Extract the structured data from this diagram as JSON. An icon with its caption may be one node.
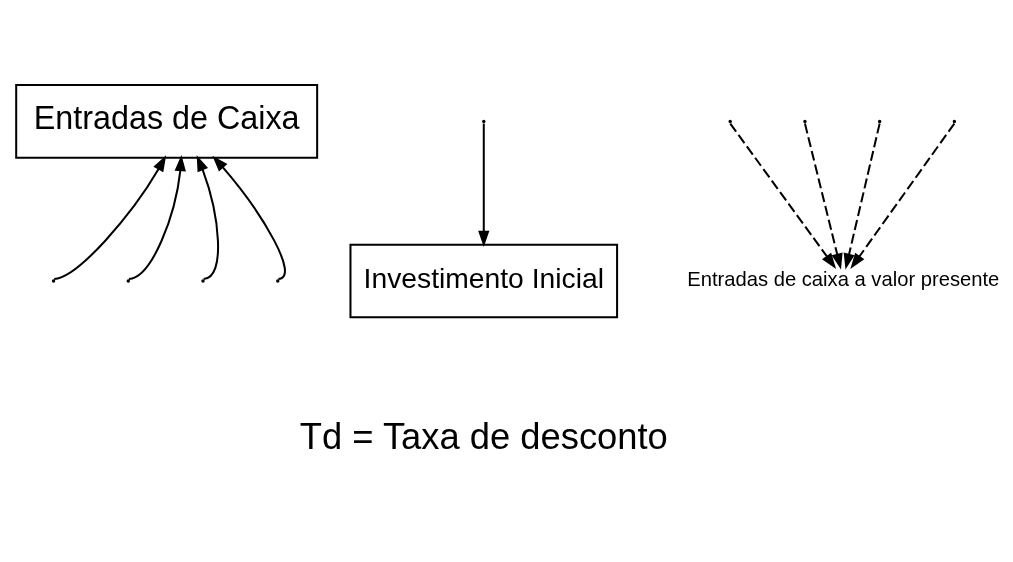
{
  "diagram": {
    "nodes": [
      {
        "text": [
          "Entradas de Caixa"
        ]
      },
      {
        "text": [
          "Investimento Inicial"
        ]
      },
      {
        "text": [
          "Entradas de caixa a valor presente"
        ]
      }
    ],
    "edges": [
      {
        "from": null,
        "to": 0,
        "arrow": "to"
      },
      {
        "from": null,
        "to": 0,
        "arrow": "to"
      },
      {
        "from": null,
        "to": 0,
        "arrow": "to"
      },
      {
        "from": null,
        "to": 0,
        "arrow": "to"
      },
      {
        "from": null,
        "to": 1,
        "arrow": "to"
      },
      {
        "from": null,
        "to": 2,
        "arrow": "to",
        "style": "dashed"
      },
      {
        "from": null,
        "to": 2,
        "arrow": "to",
        "style": "dashed"
      },
      {
        "from": null,
        "to": 2,
        "arrow": "to",
        "style": "dashed"
      },
      {
        "from": null,
        "to": 2,
        "arrow": "to",
        "style": "dashed"
      }
    ],
    "labels": [
      "Td = Taxa de desconto"
    ]
  }
}
